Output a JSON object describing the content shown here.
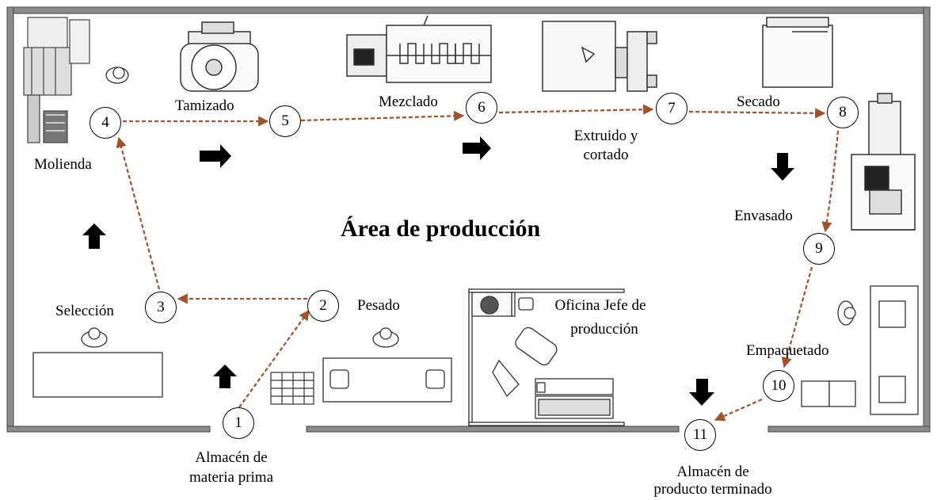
{
  "title": "Área de producción",
  "stations": [
    {
      "number": "1",
      "label": "Almacén de materia prima"
    },
    {
      "number": "2",
      "label": "Pesado"
    },
    {
      "number": "3",
      "label": "Selección"
    },
    {
      "number": "4",
      "label": "Molienda"
    },
    {
      "number": "5",
      "label": "Tamizado"
    },
    {
      "number": "6",
      "label": "Mezclado"
    },
    {
      "number": "7",
      "label": "Extruido y cortado"
    },
    {
      "number": "8",
      "label": "Secado"
    },
    {
      "number": "9",
      "label": "Envasado"
    },
    {
      "number": "10",
      "label": "Empaquetado"
    },
    {
      "number": "11",
      "label": "Almacén de producto terminado"
    }
  ],
  "labels": {
    "almacen_mp_1": "Almacén de",
    "almacen_mp_2": "materia prima",
    "extruido_1": "Extruido y",
    "extruido_2": "cortado",
    "oficina_1": "Oficina Jefe de",
    "oficina_2": "producción",
    "almacen_pt_1": "Almacén de",
    "almacen_pt_2": "producto terminado"
  },
  "colors": {
    "flow_line": "#a0522d",
    "wall": "#7f7f7f",
    "arrow": "#000000"
  }
}
